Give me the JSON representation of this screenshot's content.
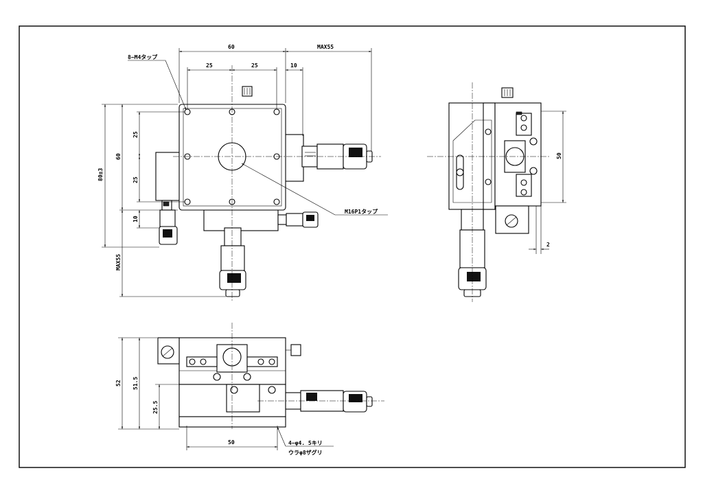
{
  "title": "",
  "dimensions": {
    "top_width": "60",
    "top_max_travel": "MAX55",
    "top_pitch_left": "25",
    "top_pitch_right": "25",
    "top_offset": "10",
    "left_total": "80±3",
    "left_height": "60",
    "left_pitch_upper": "25",
    "left_pitch_lower": "25",
    "left_offset": "10",
    "left_max_travel": "MAX55",
    "side_height": "50",
    "side_offset": "2",
    "front_total": "52",
    "front_upper": "51.5",
    "front_lower": "25.5",
    "front_pitch": "50"
  },
  "callouts": {
    "tap_holes": "8−M4タップ",
    "center_tap": "M16P1タップ",
    "mount_holes_line1": "4−φ4. 5キリ",
    "mount_holes_line2": "ウラφ8ザグリ"
  }
}
